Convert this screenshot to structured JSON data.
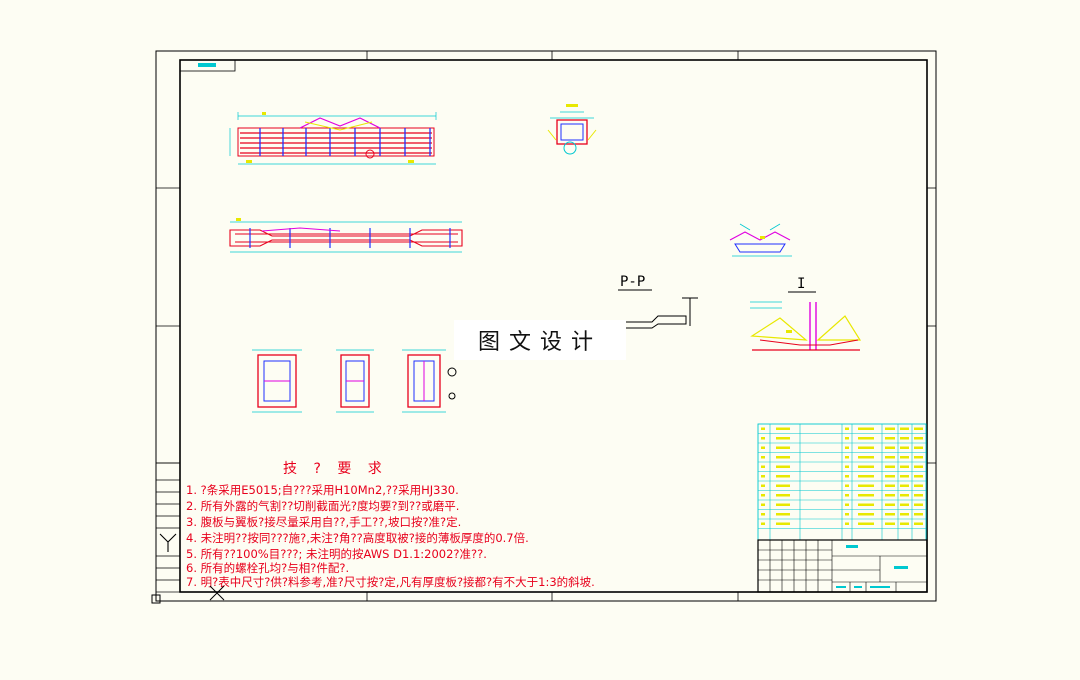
{
  "drawing": {
    "section_label": "P-P",
    "detail_label": "I"
  },
  "watermark": "图文设计",
  "notes": {
    "heading": "技 ? 要 求",
    "items": [
      "1. ?条采用E5015;自???采用H10Mn2,??采用HJ330.",
      "2. 所有外露的气割??切削截面光?度均要?到??或磨平.",
      "3. 腹板与翼板?接尽量采用自??,手工??,坡口按?准?定.",
      "4. 未注明??按同???施?,未注?角??高度取被?接的薄板厚度的0.7倍.",
      "5. 所有??100%目???; 未注明的按AWS D1.1:2002?准??.",
      "6. 所有的螺栓孔均?与相?件配?.",
      "7. 明?表中尺寸?供?料参考,准?尺寸按?定,凡有厚度板?接都?有不大于1:3的斜坡."
    ]
  },
  "colors": {
    "red": "#e8001c",
    "cyan": "#00c8d0",
    "blue": "#2030ff",
    "magenta": "#e000e0",
    "yellow": "#e8e800",
    "green": "#20c020"
  }
}
